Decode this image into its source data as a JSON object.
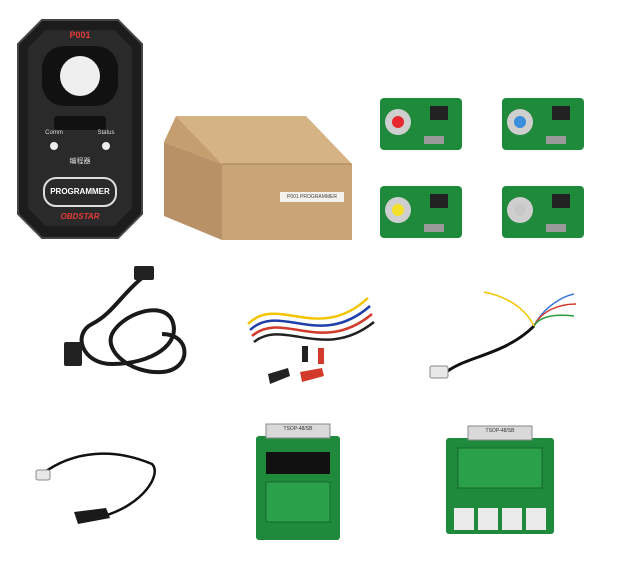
{
  "programmer": {
    "model": "P001",
    "led_left": "Comm",
    "led_right": "Status",
    "chinese_label": "编程器",
    "main_label": "PROGRAMMER",
    "brand": "OBDSTAR"
  },
  "box": {
    "label": "P001 PROGRAMMER"
  },
  "adapters": {
    "dot_colors": [
      "#e8282e",
      "#3a8fd8",
      "#f4e12a",
      "#c8c8c8"
    ]
  },
  "boards": {
    "left_header": "TSOP-48/SB",
    "right_header": "TSOP-48/SB"
  },
  "colors": {
    "pcb_green": "#1f8a3c",
    "programmer_body": "#222222",
    "box_kraft": "#c8a477"
  }
}
